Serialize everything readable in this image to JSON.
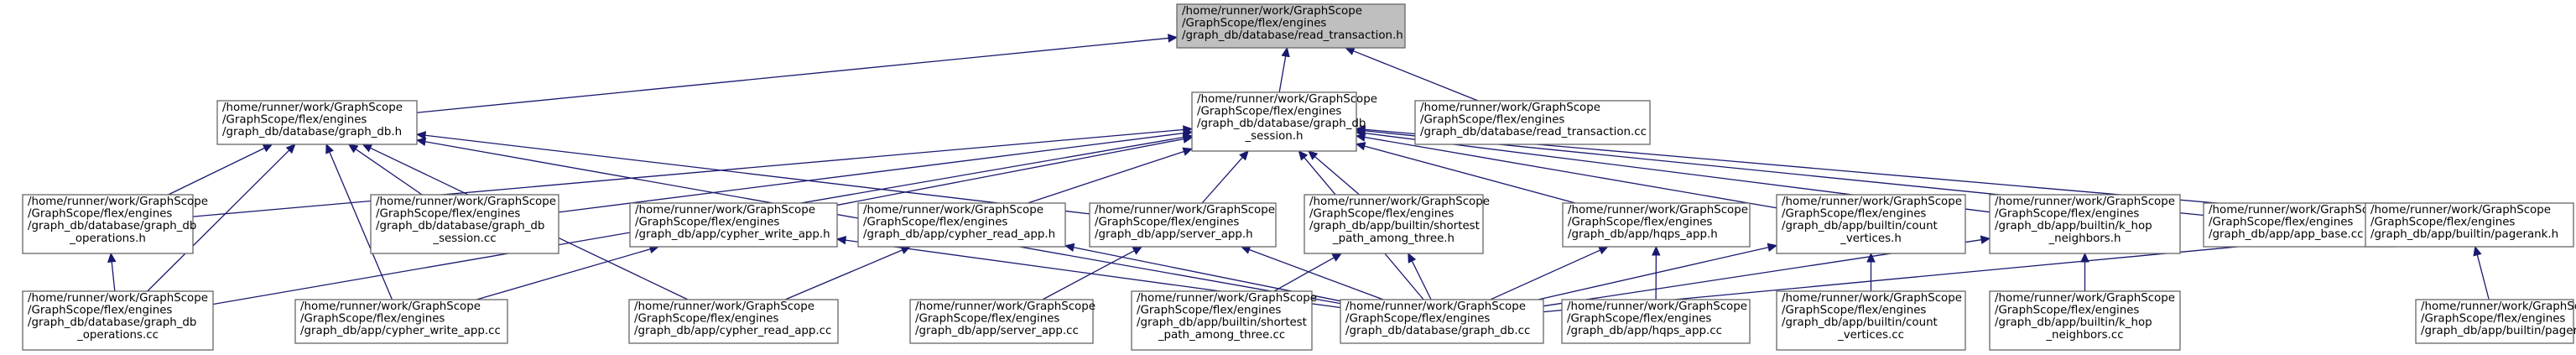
{
  "colors": {
    "node_fill": "#ffffff",
    "highlight_fill": "#bfbfbf",
    "node_border": "#666666",
    "edge": "#191970",
    "text": "#000000"
  },
  "nodes": [
    {
      "id": "read_transaction_h",
      "lines": [
        "/home/runner/work/GraphScope",
        "/GraphScope/flex/engines",
        "/graph_db/database/read_transaction.h"
      ],
      "highlight": true
    },
    {
      "id": "graph_db_h",
      "lines": [
        "/home/runner/work/GraphScope",
        "/GraphScope/flex/engines",
        "/graph_db/database/graph_db.h"
      ]
    },
    {
      "id": "graph_db_session_h",
      "lines": [
        "/home/runner/work/GraphScope",
        "/GraphScope/flex/engines",
        "/graph_db/database/graph_db",
        "_session.h"
      ]
    },
    {
      "id": "read_transaction_cc",
      "lines": [
        "/home/runner/work/GraphScope",
        "/GraphScope/flex/engines",
        "/graph_db/database/read_transaction.cc"
      ]
    },
    {
      "id": "graph_db_operations_h",
      "lines": [
        "/home/runner/work/GraphScope",
        "/GraphScope/flex/engines",
        "/graph_db/database/graph_db",
        "_operations.h"
      ]
    },
    {
      "id": "graph_db_session_cc",
      "lines": [
        "/home/runner/work/GraphScope",
        "/GraphScope/flex/engines",
        "/graph_db/database/graph_db",
        "_session.cc"
      ]
    },
    {
      "id": "cypher_write_app_h",
      "lines": [
        "/home/runner/work/GraphScope",
        "/GraphScope/flex/engines",
        "/graph_db/app/cypher_write_app.h"
      ]
    },
    {
      "id": "cypher_read_app_h",
      "lines": [
        "/home/runner/work/GraphScope",
        "/GraphScope/flex/engines",
        "/graph_db/app/cypher_read_app.h"
      ]
    },
    {
      "id": "server_app_h",
      "lines": [
        "/home/runner/work/GraphScope",
        "/GraphScope/flex/engines",
        "/graph_db/app/server_app.h"
      ]
    },
    {
      "id": "shortest_path_h",
      "lines": [
        "/home/runner/work/GraphScope",
        "/GraphScope/flex/engines",
        "/graph_db/app/builtin/shortest",
        "_path_among_three.h"
      ]
    },
    {
      "id": "hqps_app_h",
      "lines": [
        "/home/runner/work/GraphScope",
        "/GraphScope/flex/engines",
        "/graph_db/app/hqps_app.h"
      ]
    },
    {
      "id": "count_vertices_h",
      "lines": [
        "/home/runner/work/GraphScope",
        "/GraphScope/flex/engines",
        "/graph_db/app/builtin/count",
        "_vertices.h"
      ]
    },
    {
      "id": "k_hop_neighbors_h",
      "lines": [
        "/home/runner/work/GraphScope",
        "/GraphScope/flex/engines",
        "/graph_db/app/builtin/k_hop",
        "_neighbors.h"
      ]
    },
    {
      "id": "app_base_cc",
      "lines": [
        "/home/runner/work/GraphScope",
        "/GraphScope/flex/engines",
        "/graph_db/app/app_base.cc"
      ]
    },
    {
      "id": "pagerank_h",
      "lines": [
        "/home/runner/work/GraphScope",
        "/GraphScope/flex/engines",
        "/graph_db/app/builtin/pagerank.h"
      ]
    },
    {
      "id": "graph_db_operations_cc",
      "lines": [
        "/home/runner/work/GraphScope",
        "/GraphScope/flex/engines",
        "/graph_db/database/graph_db",
        "_operations.cc"
      ]
    },
    {
      "id": "cypher_write_app_cc",
      "lines": [
        "/home/runner/work/GraphScope",
        "/GraphScope/flex/engines",
        "/graph_db/app/cypher_write_app.cc"
      ]
    },
    {
      "id": "cypher_read_app_cc",
      "lines": [
        "/home/runner/work/GraphScope",
        "/GraphScope/flex/engines",
        "/graph_db/app/cypher_read_app.cc"
      ]
    },
    {
      "id": "server_app_cc",
      "lines": [
        "/home/runner/work/GraphScope",
        "/GraphScope/flex/engines",
        "/graph_db/app/server_app.cc"
      ]
    },
    {
      "id": "shortest_path_cc",
      "lines": [
        "/home/runner/work/GraphScope",
        "/GraphScope/flex/engines",
        "/graph_db/app/builtin/shortest",
        "_path_among_three.cc"
      ]
    },
    {
      "id": "graph_db_cc",
      "lines": [
        "/home/runner/work/GraphScope",
        "/GraphScope/flex/engines",
        "/graph_db/database/graph_db.cc"
      ]
    },
    {
      "id": "hqps_app_cc",
      "lines": [
        "/home/runner/work/GraphScope",
        "/GraphScope/flex/engines",
        "/graph_db/app/hqps_app.cc"
      ]
    },
    {
      "id": "count_vertices_cc",
      "lines": [
        "/home/runner/work/GraphScope",
        "/GraphScope/flex/engines",
        "/graph_db/app/builtin/count",
        "_vertices.cc"
      ]
    },
    {
      "id": "k_hop_neighbors_cc",
      "lines": [
        "/home/runner/work/GraphScope",
        "/GraphScope/flex/engines",
        "/graph_db/app/builtin/k_hop",
        "_neighbors.cc"
      ]
    },
    {
      "id": "pagerank_cc",
      "lines": [
        "/home/runner/work/GraphScope",
        "/GraphScope/flex/engines",
        "/graph_db/app/builtin/pagerank.cc"
      ]
    }
  ],
  "edges": [
    {
      "from": "graph_db_h",
      "to": "read_transaction_h"
    },
    {
      "from": "graph_db_session_h",
      "to": "read_transaction_h"
    },
    {
      "from": "read_transaction_cc",
      "to": "read_transaction_h"
    },
    {
      "from": "graph_db_operations_h",
      "to": "graph_db_h"
    },
    {
      "from": "graph_db_session_cc",
      "to": "graph_db_h"
    },
    {
      "from": "graph_db_operations_cc",
      "to": "graph_db_h"
    },
    {
      "from": "cypher_write_app_cc",
      "to": "graph_db_h"
    },
    {
      "from": "cypher_read_app_cc",
      "to": "graph_db_h"
    },
    {
      "from": "server_app_h",
      "to": "graph_db_h"
    },
    {
      "from": "graph_db_cc",
      "to": "graph_db_h"
    },
    {
      "from": "graph_db_operations_cc",
      "to": "graph_db_operations_h"
    },
    {
      "from": "graph_db_operations_h",
      "to": "graph_db_session_h"
    },
    {
      "from": "graph_db_session_cc",
      "to": "graph_db_session_h"
    },
    {
      "from": "cypher_write_app_h",
      "to": "graph_db_session_h"
    },
    {
      "from": "cypher_read_app_h",
      "to": "graph_db_session_h"
    },
    {
      "from": "server_app_h",
      "to": "graph_db_session_h"
    },
    {
      "from": "shortest_path_h",
      "to": "graph_db_session_h"
    },
    {
      "from": "hqps_app_h",
      "to": "graph_db_session_h"
    },
    {
      "from": "count_vertices_h",
      "to": "graph_db_session_h"
    },
    {
      "from": "k_hop_neighbors_h",
      "to": "graph_db_session_h"
    },
    {
      "from": "app_base_cc",
      "to": "graph_db_session_h"
    },
    {
      "from": "pagerank_h",
      "to": "graph_db_session_h"
    },
    {
      "from": "graph_db_cc",
      "to": "graph_db_session_h"
    },
    {
      "from": "graph_db_operations_cc",
      "to": "graph_db_session_h"
    },
    {
      "from": "cypher_write_app_cc",
      "to": "cypher_write_app_h"
    },
    {
      "from": "graph_db_cc",
      "to": "cypher_write_app_h"
    },
    {
      "from": "cypher_read_app_cc",
      "to": "cypher_read_app_h"
    },
    {
      "from": "graph_db_cc",
      "to": "cypher_read_app_h"
    },
    {
      "from": "server_app_cc",
      "to": "server_app_h"
    },
    {
      "from": "graph_db_cc",
      "to": "server_app_h"
    },
    {
      "from": "shortest_path_cc",
      "to": "shortest_path_h"
    },
    {
      "from": "graph_db_cc",
      "to": "shortest_path_h"
    },
    {
      "from": "hqps_app_cc",
      "to": "hqps_app_h"
    },
    {
      "from": "graph_db_cc",
      "to": "hqps_app_h"
    },
    {
      "from": "count_vertices_cc",
      "to": "count_vertices_h"
    },
    {
      "from": "graph_db_cc",
      "to": "count_vertices_h"
    },
    {
      "from": "k_hop_neighbors_cc",
      "to": "k_hop_neighbors_h"
    },
    {
      "from": "graph_db_cc",
      "to": "k_hop_neighbors_h"
    },
    {
      "from": "pagerank_cc",
      "to": "pagerank_h"
    },
    {
      "from": "graph_db_cc",
      "to": "pagerank_h"
    }
  ]
}
